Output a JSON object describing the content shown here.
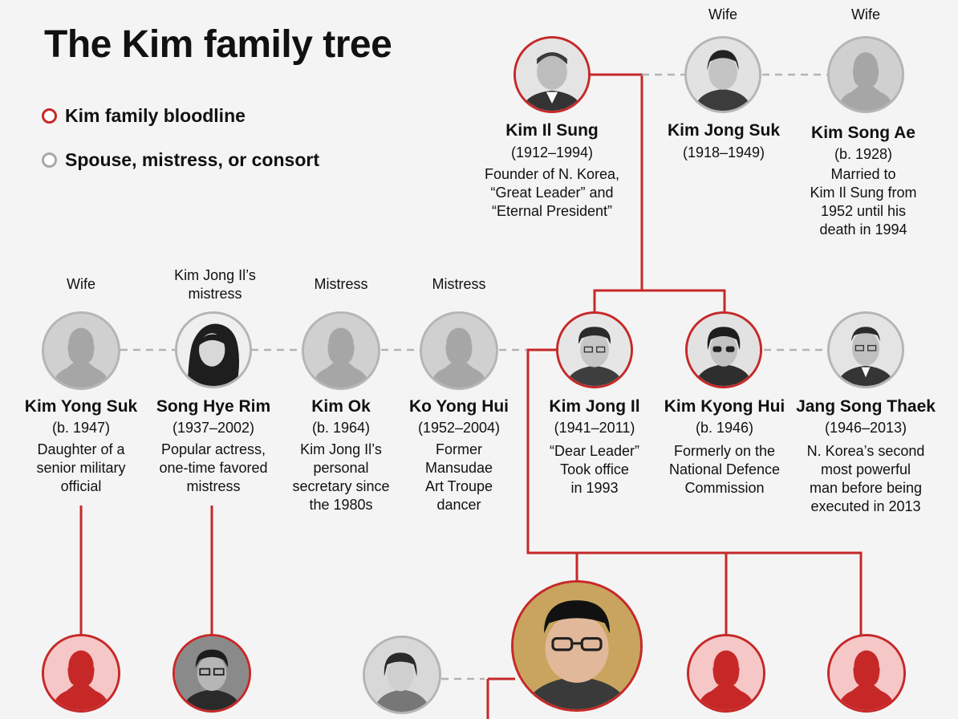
{
  "title": "The Kim family tree",
  "legend": {
    "bloodline": "Kim family bloodline",
    "spouse": "Spouse, mistress, or consort"
  },
  "colors": {
    "bloodline": "#c62828",
    "spouse": "#a8a8a8",
    "background": "#f4f4f4"
  },
  "people": [
    {
      "id": "kim-il-sung",
      "name": "Kim Il Sung",
      "years": "(1912–1994)",
      "description": "Founder of N. Korea,\n“Great Leader” and\n“Eternal President”",
      "relation": "",
      "type": "bloodline",
      "image": "photo"
    },
    {
      "id": "kim-jong-suk",
      "name": "Kim Jong Suk",
      "years": "(1918–1949)",
      "description": "",
      "relation": "Wife",
      "type": "spouse",
      "image": "photo"
    },
    {
      "id": "kim-song-ae",
      "name": "Kim Song Ae",
      "years": "(b. 1928)",
      "description": "Married to\nKim Il Sung from\n1952 until his\ndeath in 1994",
      "relation": "Wife",
      "type": "spouse",
      "image": "silhouette"
    },
    {
      "id": "kim-yong-suk",
      "name": "Kim Yong Suk",
      "years": "(b. 1947)",
      "description": "Daughter of a\nsenior military\nofficial",
      "relation": "Wife",
      "type": "spouse",
      "image": "silhouette"
    },
    {
      "id": "song-hye-rim",
      "name": "Song Hye Rim",
      "years": "(1937–2002)",
      "description": "Popular actress,\none-time favored\nmistress",
      "relation": "Kim Jong Il’s\nmistress",
      "type": "spouse",
      "image": "photo"
    },
    {
      "id": "kim-ok",
      "name": "Kim Ok",
      "years": "(b. 1964)",
      "description": "Kim Jong Il’s\npersonal\nsecretary since\nthe 1980s",
      "relation": "Mistress",
      "type": "spouse",
      "image": "silhouette"
    },
    {
      "id": "ko-yong-hui",
      "name": "Ko Yong Hui",
      "years": "(1952–2004)",
      "description": "Former\nMansudae\nArt Troupe\ndancer",
      "relation": "Mistress",
      "type": "spouse",
      "image": "silhouette"
    },
    {
      "id": "kim-jong-il",
      "name": "Kim Jong Il",
      "years": "(1941–2011)",
      "description": "“Dear Leader”\nTook office\nin 1993",
      "relation": "",
      "type": "bloodline",
      "image": "photo"
    },
    {
      "id": "kim-kyong-hui",
      "name": "Kim Kyong Hui",
      "years": "(b. 1946)",
      "description": "Formerly on the\nNational Defence\nCommission",
      "relation": "",
      "type": "bloodline",
      "image": "photo"
    },
    {
      "id": "jang-song-thaek",
      "name": "Jang Song Thaek",
      "years": "(1946–2013)",
      "description": "N. Korea’s second\nmost powerful\nman before being\nexecuted in 2013",
      "relation": "",
      "type": "spouse",
      "image": "photo"
    }
  ]
}
